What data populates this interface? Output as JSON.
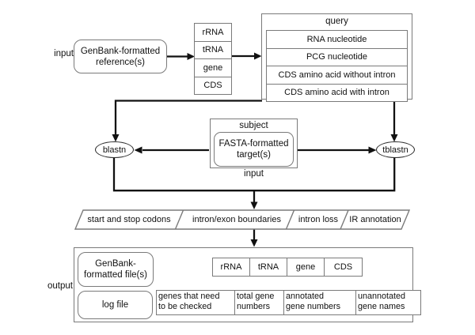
{
  "diagram": {
    "input_label": "input",
    "output_label": "output",
    "genbank_reference": {
      "line1": "GenBank-formatted",
      "line2": "reference(s)"
    },
    "feature_stack": [
      "rRNA",
      "tRNA",
      "gene",
      "CDS"
    ],
    "query": {
      "title": "query",
      "rows": [
        "RNA nucleotide",
        "PCG nucleotide",
        "CDS amino acid without intron",
        "CDS amino acid with intron"
      ]
    },
    "subject": {
      "title": "subject",
      "target": {
        "line1": "FASTA-formatted",
        "line2": "target(s)"
      },
      "input_label": "input"
    },
    "blastn_label": "blastn",
    "tblastn_label": "tblastn",
    "checks": [
      "start and stop codons",
      "intron/exon boundaries",
      "intron loss",
      "IR annotation"
    ],
    "output": {
      "genbank_files": {
        "line1": "GenBank-",
        "line2": "formatted file(s)"
      },
      "log_file": "log file",
      "feature_row": [
        "rRNA",
        "tRNA",
        "gene",
        "CDS"
      ],
      "log_table": [
        {
          "line1": "genes that need",
          "line2": "to be checked"
        },
        {
          "line1": "total gene",
          "line2": "numbers"
        },
        {
          "line1": "annotated",
          "line2": "gene numbers"
        },
        {
          "line1": "unannotated",
          "line2": "gene names"
        }
      ]
    },
    "colors": {
      "line": "#111111",
      "box_border": "#7a7a7a",
      "text": "#111111",
      "background": "#ffffff"
    }
  }
}
